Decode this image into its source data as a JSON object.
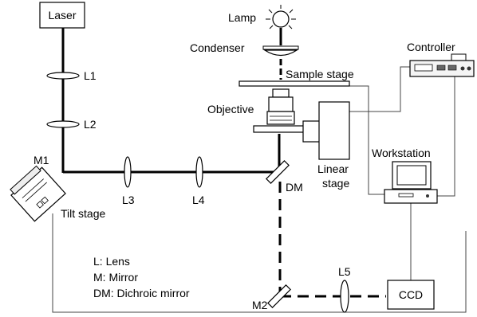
{
  "labels": {
    "laser": "Laser",
    "lamp": "Lamp",
    "condenser": "Condenser",
    "controller": "Controller",
    "sample_stage": "Sample stage",
    "objective": "Objective",
    "l1": "L1",
    "l2": "L2",
    "l3": "L3",
    "l4": "L4",
    "l5": "L5",
    "m1": "M1",
    "m2": "M2",
    "dm": "DM",
    "tilt_stage": "Tilt stage",
    "workstation": "Workstation",
    "linear_stage_line1": "Linear",
    "linear_stage_line2": "stage",
    "ccd": "CCD"
  },
  "legend": {
    "line1": "L: Lens",
    "line2": "M: Mirror",
    "line3": "DM: Dichroic mirror"
  }
}
